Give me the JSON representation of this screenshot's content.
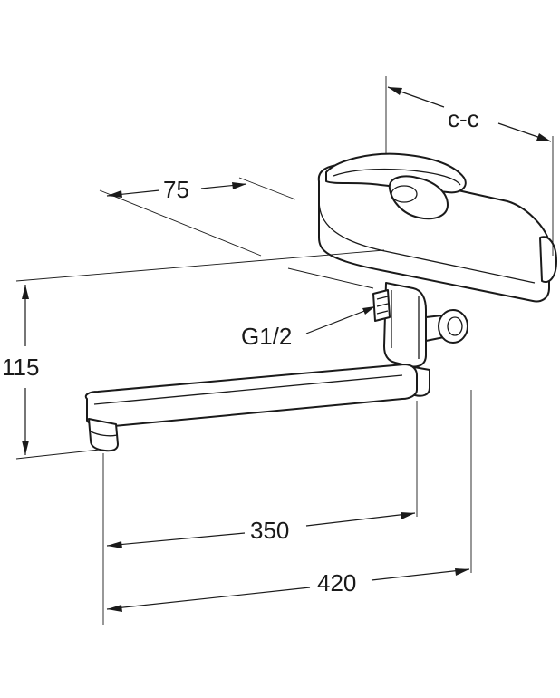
{
  "labels": {
    "cc": "c-c",
    "d75": "75",
    "d115": "115",
    "thread": "G1/2",
    "d350": "350",
    "d420": "420"
  }
}
